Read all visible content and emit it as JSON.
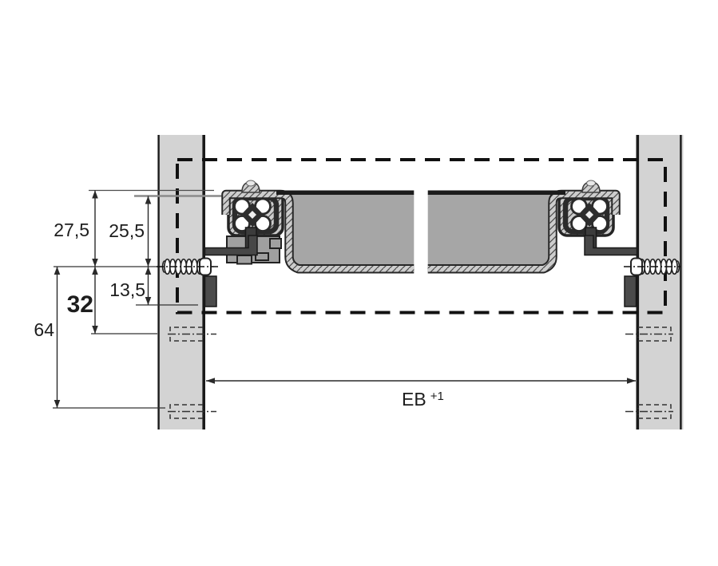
{
  "diagram": {
    "dimensions": {
      "d27_5": "27,5",
      "d25_5": "25,5",
      "d13_5": "13,5",
      "d32": "32",
      "d64": "64",
      "eb": "EB",
      "eb_sup": "+1"
    },
    "colors": {
      "cabinet_panel": "#d3d3d3",
      "drawer_bottom": "#a6a6a6",
      "profile_hatch_bg": "#cdcdcd",
      "outline_dark": "#242424",
      "bracket_dark": "#474747",
      "bracket_mid_gray": "#a0a0a0",
      "dim_line": "#2a2a2a"
    }
  }
}
